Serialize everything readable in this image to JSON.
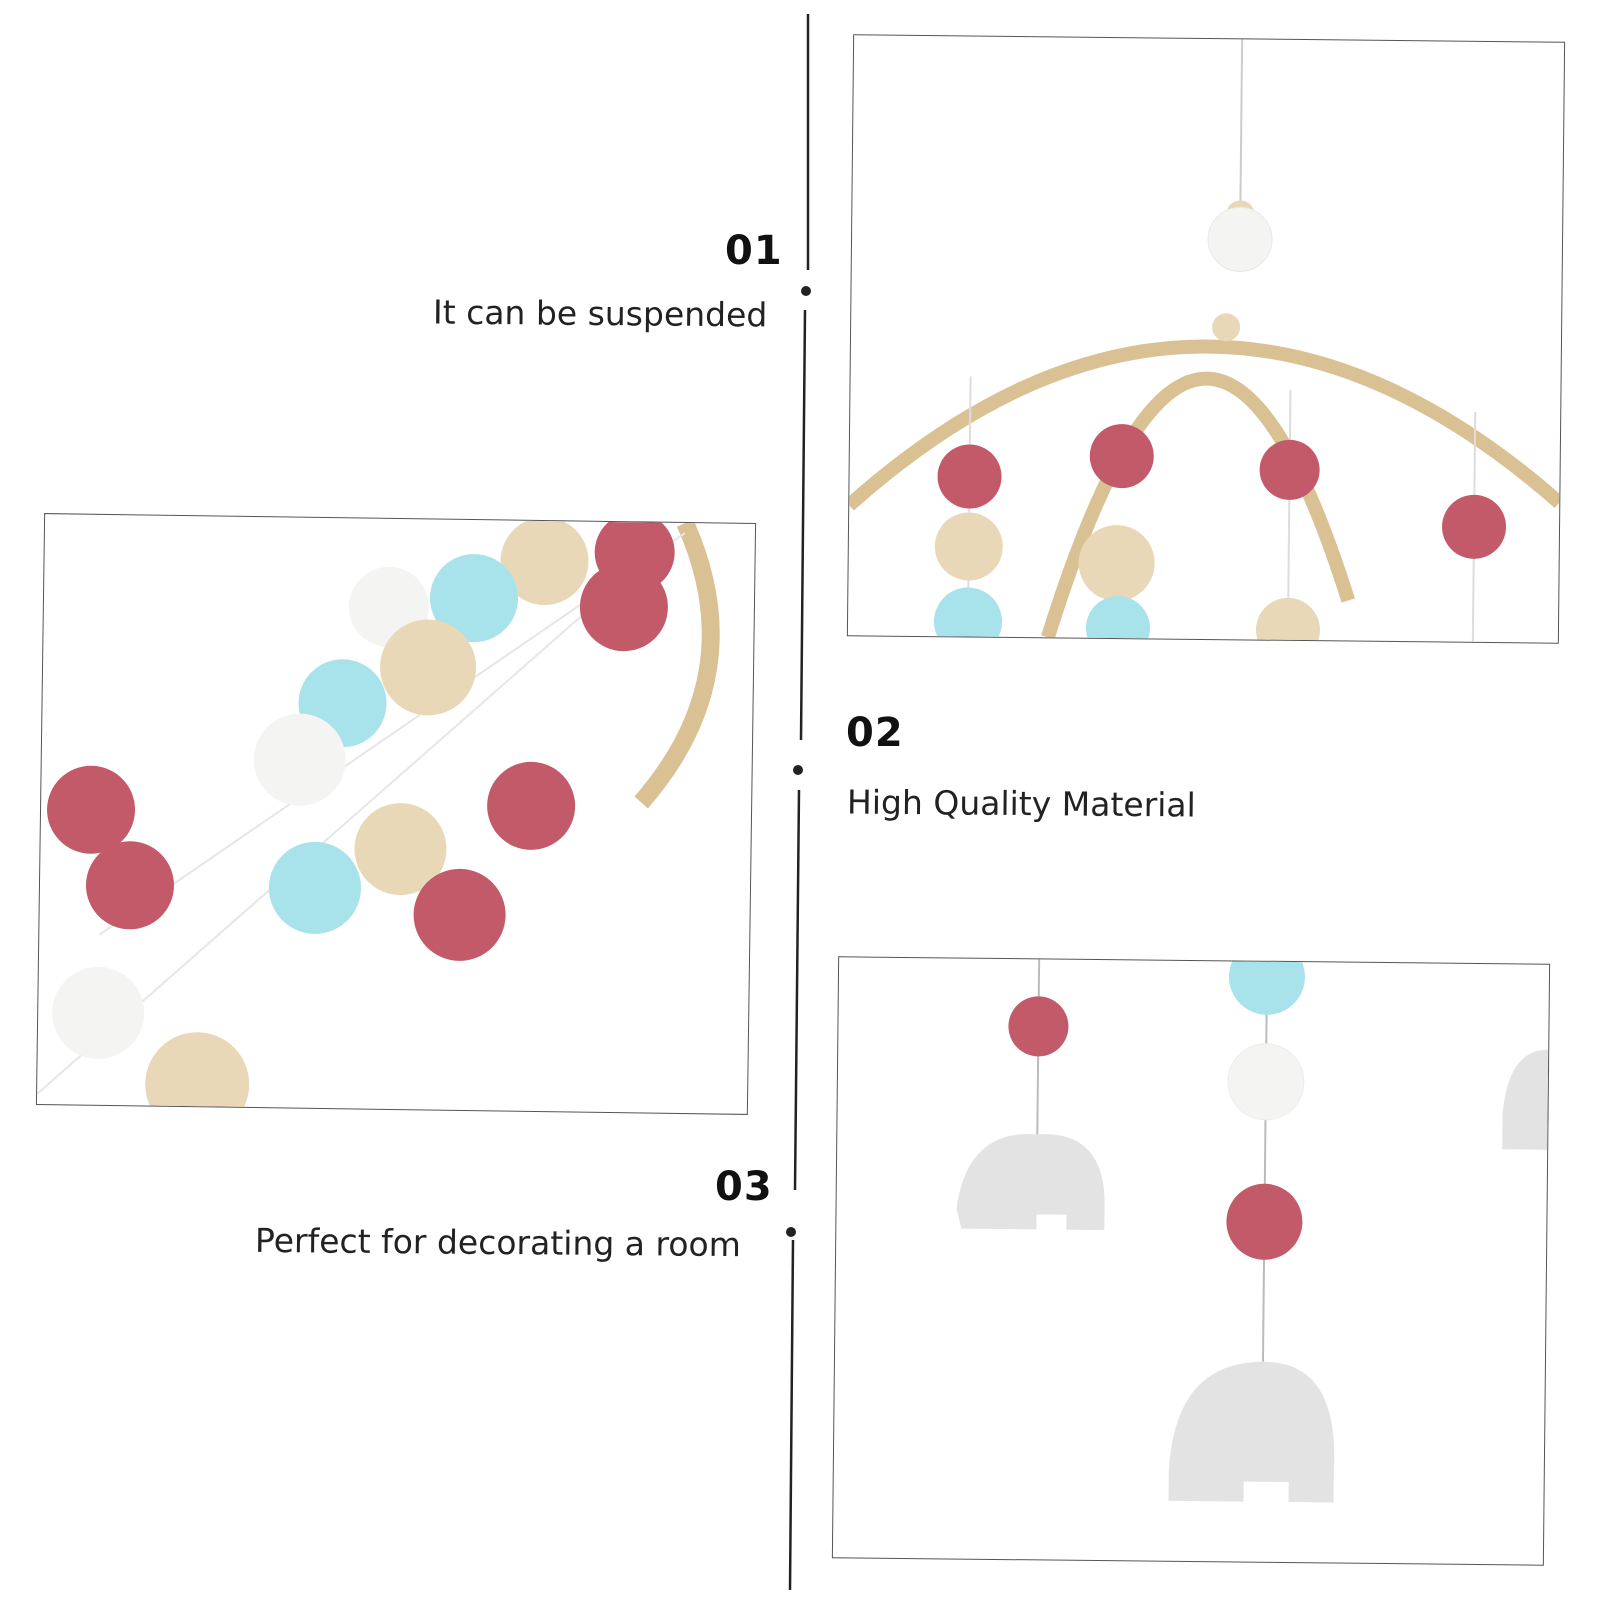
{
  "features": [
    {
      "number": "01",
      "text": "It can be suspended"
    },
    {
      "number": "02",
      "text": "High Quality Material"
    },
    {
      "number": "03",
      "text": "Perfect for decorating a room"
    }
  ],
  "colors": {
    "rose_felt": "#c25a6a",
    "mint_felt": "#a8e2ea",
    "white_felt": "#f4f4f2",
    "wood": "#e8d8b8",
    "hoop": "#d9c194",
    "elephant": "#e3e3e3",
    "line": "#222222"
  },
  "images": [
    {
      "name": "hanging-mobile-photo",
      "subject": "wooden hoop mobile with felt balls"
    },
    {
      "name": "felt-balls-closeup-photo",
      "subject": "felt ball strands close-up"
    },
    {
      "name": "elephant-mobile-photo",
      "subject": "felt balls with wooden elephant pendants"
    }
  ]
}
